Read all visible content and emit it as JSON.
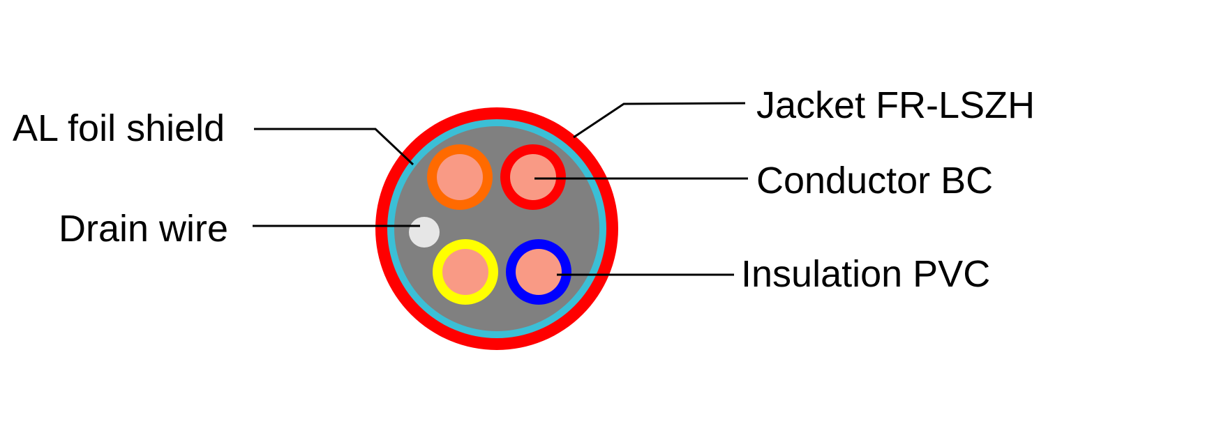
{
  "labels": {
    "al_foil_shield": "AL foil shield",
    "drain_wire": "Drain wire",
    "jacket": "Jacket FR-LSZH",
    "conductor": "Conductor BC",
    "insulation": "Insulation PVC"
  },
  "colors": {
    "jacket": "#ff0000",
    "shield": "#3bbfd6",
    "filler": "#808080",
    "conductor": "#f99a85",
    "drain_wire": "#e6e6e6",
    "insulation_orange": "#ff6a00",
    "insulation_red": "#ff0000",
    "insulation_yellow": "#ffff00",
    "insulation_blue": "#0000ff",
    "leader_line": "#000000"
  }
}
